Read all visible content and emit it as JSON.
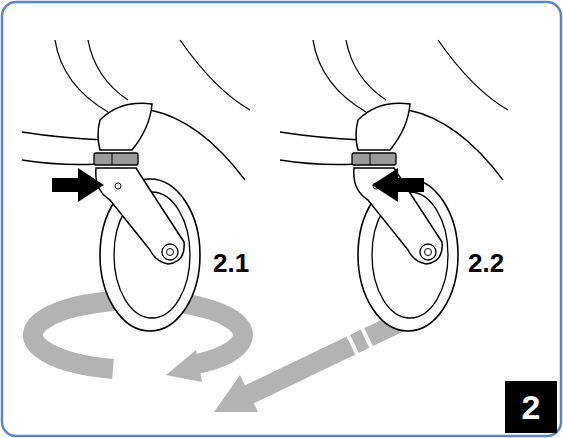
{
  "diagram": {
    "nodes": [
      {
        "text": [
          "2"
        ]
      }
    ],
    "labels": [
      "2.1",
      "2.2"
    ]
  }
}
